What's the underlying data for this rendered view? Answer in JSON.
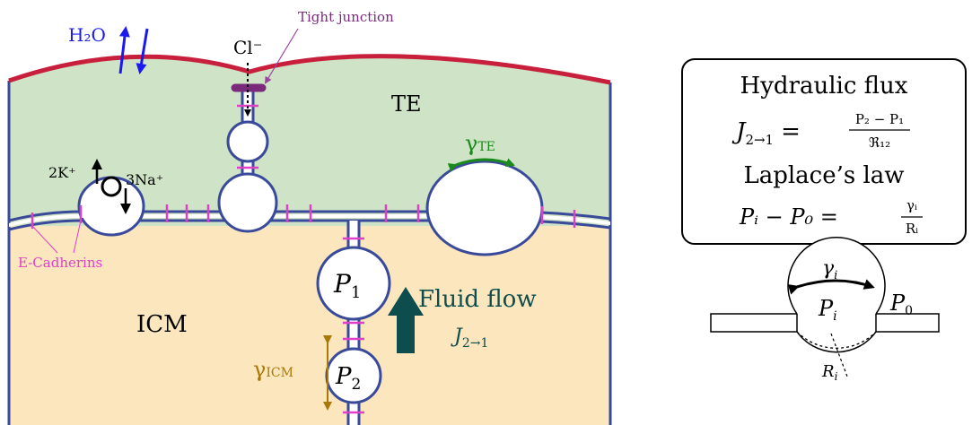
{
  "colors": {
    "te_fill": "#cfe3c6",
    "icm_fill": "#fbe6bd",
    "membrane": "#3a4a9a",
    "apical": "#c8203c",
    "tight_junction": "#7a2a7a",
    "cadherin": "#e040c8",
    "water": "#1a1aee",
    "gamma_te": "#1a8a1a",
    "gamma_icm": "#a87808",
    "fluid_arrow": "#0e4d4d"
  },
  "labels": {
    "h2o": "H₂O",
    "cl": "Cl⁻",
    "tight_junction": "Tight junction",
    "te": "TE",
    "gamma_te_sym": "γ",
    "gamma_te_sub": "TE",
    "pump_k": "2K⁺",
    "pump_na": "3Na⁺",
    "e_cadherins": "E-Cadherins",
    "icm": "ICM",
    "p1_sym": "P",
    "p1_sub": "1",
    "p2_sym": "P",
    "p2_sub": "2",
    "gamma_icm_sym": "γ",
    "gamma_icm_sub": "ICM",
    "fluid_flow": "Fluid flow",
    "flux_sym": "J",
    "flux_sub": "2→1"
  },
  "equations": {
    "hydraulic_title": "Hydraulic flux",
    "hydraulic_lhs": "J",
    "hydraulic_lhs_sub": "2→1",
    "hydraulic_eq": "=",
    "hydraulic_num": "P₂ − P₁",
    "hydraulic_den": "ℜ₁₂",
    "laplace_title": "Laplace’s law",
    "laplace_lhs": "Pᵢ − P₀ =",
    "laplace_num": "γᵢ",
    "laplace_den": "Rᵢ"
  },
  "schematic": {
    "gamma_sym": "γ",
    "gamma_sub": "i",
    "pi_sym": "P",
    "pi_sub": "i",
    "p0_sym": "P",
    "p0_sub": "0",
    "ri_sym": "R",
    "ri_sub": "i"
  }
}
